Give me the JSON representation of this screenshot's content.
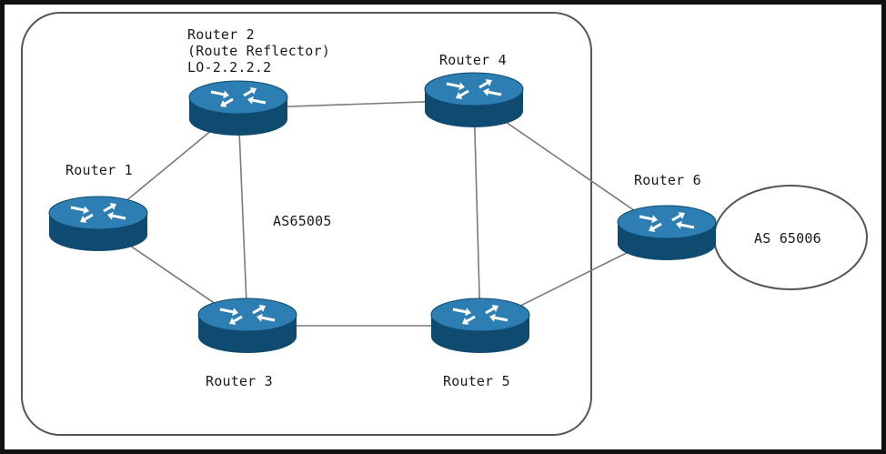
{
  "colors": {
    "router_body": "#1b5f8c",
    "router_side": "#0f4a71",
    "router_top": "#2d7fb3",
    "arrow": "#ffffff",
    "link": "#7a7a7a",
    "frame": "#111111",
    "as_boundary": "#555555"
  },
  "diagram": {
    "as_internal_label": "AS65005",
    "as_external_label": "AS 65006",
    "routers": [
      {
        "id": "r1",
        "lines": [
          "Router 1"
        ]
      },
      {
        "id": "r2",
        "lines": [
          "Router 2",
          "(Route Reflector)",
          "LO-2.2.2.2"
        ]
      },
      {
        "id": "r3",
        "lines": [
          "Router 3"
        ]
      },
      {
        "id": "r4",
        "lines": [
          "Router 4"
        ]
      },
      {
        "id": "r5",
        "lines": [
          "Router 5"
        ]
      },
      {
        "id": "r6",
        "lines": [
          "Router 6"
        ]
      }
    ],
    "links": [
      [
        "r1",
        "r2"
      ],
      [
        "r1",
        "r3"
      ],
      [
        "r2",
        "r3"
      ],
      [
        "r2",
        "r4"
      ],
      [
        "r3",
        "r5"
      ],
      [
        "r4",
        "r5"
      ],
      [
        "r4",
        "r6"
      ],
      [
        "r5",
        "r6"
      ]
    ]
  }
}
